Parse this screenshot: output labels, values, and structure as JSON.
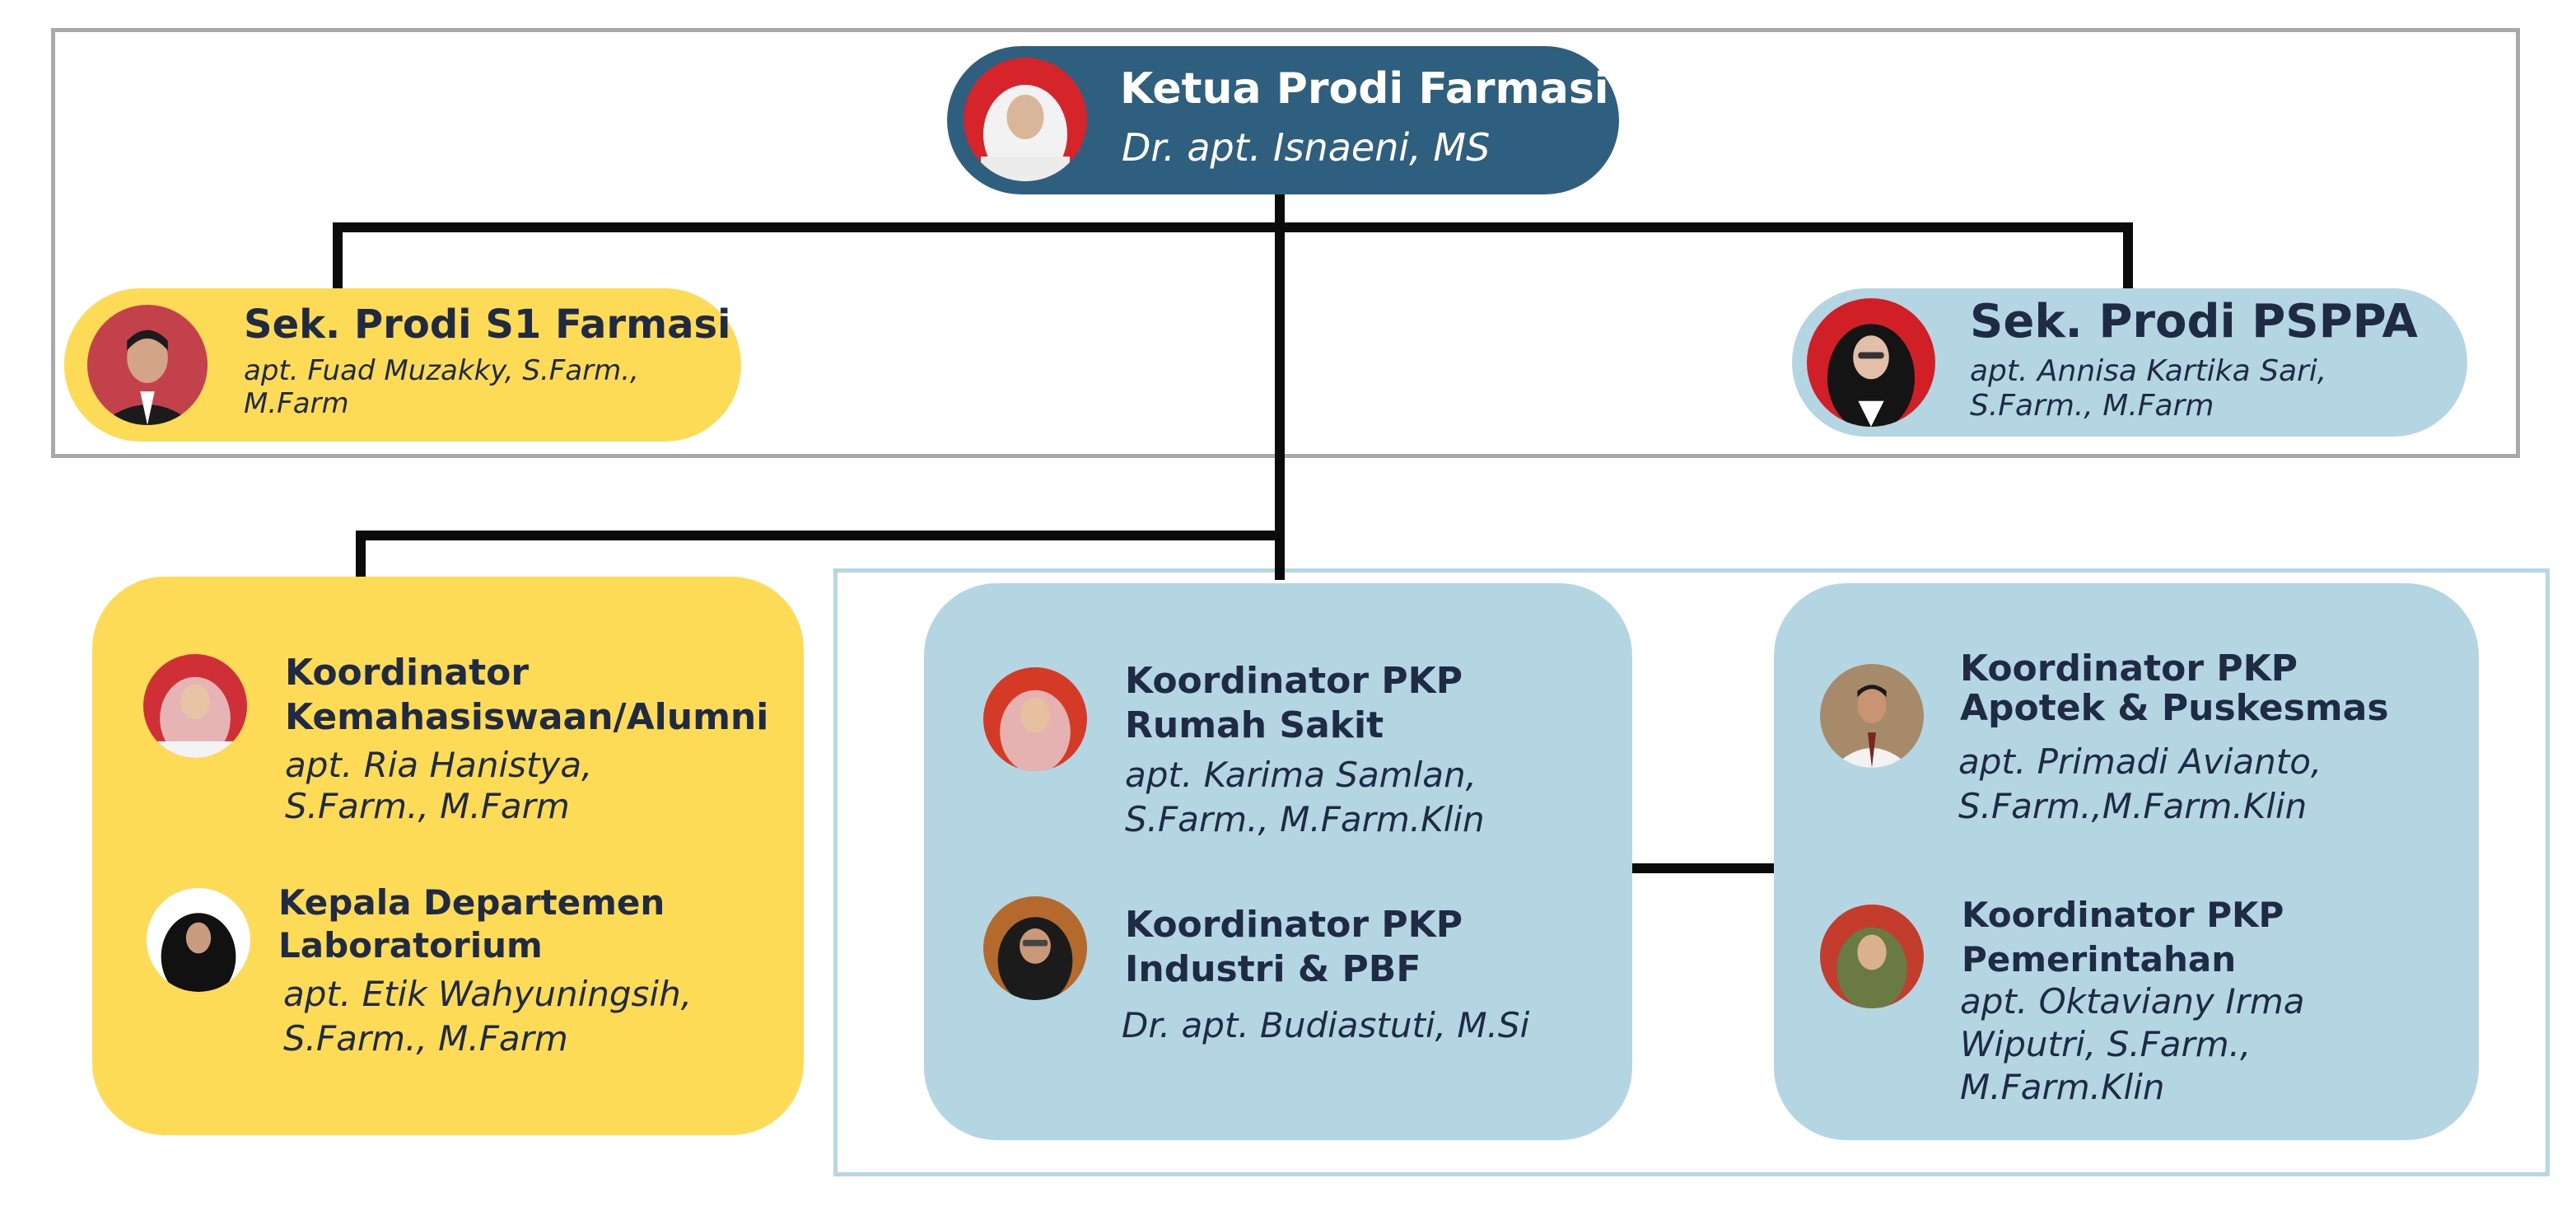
{
  "chart_data": {
    "type": "org-chart",
    "top": {
      "title": "Ketua Prodi Farmasi",
      "person": "Dr. apt. Isnaeni, MS"
    },
    "secretaries": [
      {
        "title": "Sek. Prodi S1 Farmasi",
        "person": "apt. Fuad Muzakky, S.Farm.,\nM.Farm"
      },
      {
        "title": "Sek. Prodi PSPPA",
        "person": "apt. Annisa Kartika Sari,\nS.Farm., M.Farm"
      }
    ],
    "left_group": [
      {
        "title": "Koordinator\nKemahasiswaan/Alumni",
        "person": "apt. Ria Hanistya,\nS.Farm., M.Farm"
      },
      {
        "title": "Kepala Departemen\nLaboratorium",
        "person": "apt. Etik Wahyuningsih,\nS.Farm., M.Farm"
      }
    ],
    "pkp_group_1": [
      {
        "title": "Koordinator PKP\nRumah Sakit",
        "person": "apt. Karima Samlan,\nS.Farm., M.Farm.Klin"
      },
      {
        "title": "Koordinator PKP\nIndustri & PBF",
        "person": "Dr. apt. Budiastuti, M.Si"
      }
    ],
    "pkp_group_2": [
      {
        "title": "Koordinator PKP\nApotek & Puskesmas",
        "person": "apt. Primadi Avianto,\nS.Farm.,M.Farm.Klin"
      },
      {
        "title": "Koordinator PKP\nPemerintahan",
        "person": "apt. Oktaviany Irma\nWiputri, S.Farm.,\nM.Farm.Klin"
      }
    ]
  },
  "colors": {
    "top_node": "#2f5f7f",
    "yellow_node": "#fedb57",
    "blue_node": "#b4d6e3",
    "connector": "#0b0b0b",
    "text_dark": "#1f2a44"
  },
  "icons": [
    "portrait-photo"
  ]
}
